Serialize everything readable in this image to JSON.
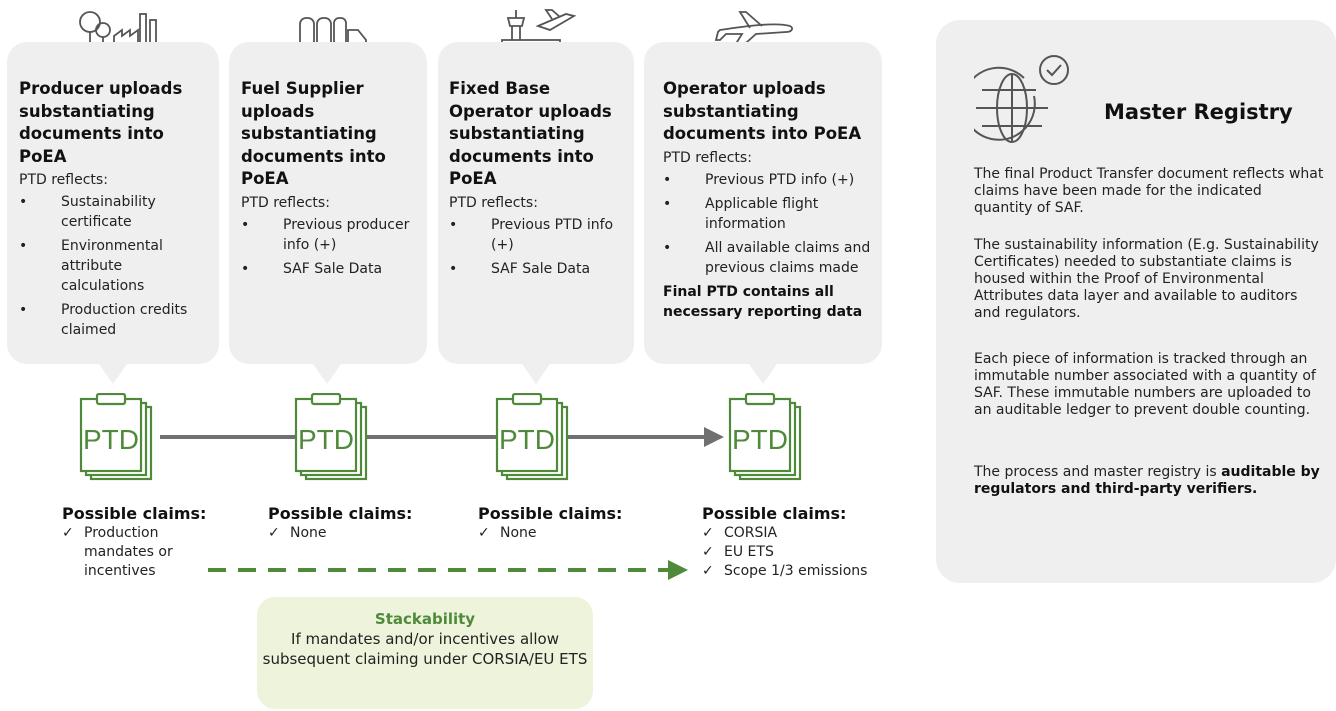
{
  "columns": [
    {
      "title": "Producer uploads substantiating documents into PoEA",
      "reflects": "PTD reflects:",
      "items": [
        "Sustainability certificate",
        "Environmental attribute calculations",
        "Production credits claimed"
      ],
      "final": "",
      "claims_heading": "Possible claims:",
      "claims": [
        "Production mandates or incentives"
      ]
    },
    {
      "title": "Fuel Supplier uploads substantiating documents into PoEA",
      "reflects": "PTD reflects:",
      "items": [
        "Previous producer info (+)",
        "SAF Sale Data"
      ],
      "final": "",
      "claims_heading": "Possible claims:",
      "claims": [
        "None"
      ]
    },
    {
      "title": "Fixed Base Operator uploads substantiating documents into PoEA",
      "reflects": "PTD reflects:",
      "items": [
        "Previous PTD info (+)",
        "SAF Sale Data"
      ],
      "final": "",
      "claims_heading": "Possible claims:",
      "claims": [
        "None"
      ]
    },
    {
      "title": "Operator uploads substantiating documents into PoEA",
      "reflects": "PTD reflects:",
      "items": [
        "Previous PTD info (+)",
        "Applicable flight information",
        "All available claims and previous claims made"
      ],
      "final": "Final PTD contains all necessary reporting data",
      "claims_heading": "Possible claims:",
      "claims": [
        "CORSIA",
        "EU ETS",
        "Scope 1/3 emissions"
      ]
    }
  ],
  "ptd_label": "PTD",
  "check_glyph": "✓",
  "stackability": {
    "title": "Stackability",
    "body": "If mandates and/or incentives allow subsequent claiming under CORSIA/EU ETS"
  },
  "master": {
    "title": "Master Registry",
    "p1": "The final Product Transfer document reflects what claims have been made for the indicated quantity of SAF.",
    "p2": "The sustainability information (E.g. Sustainability Certificates) needed to substantiate claims is housed within the Proof of Environmental Attributes data layer and available to auditors and regulators.",
    "p3": "Each piece of information is tracked through an immutable number associated with a quantity of SAF. These immutable numbers are uploaded to an auditable ledger to prevent double counting.",
    "p4_prefix": "The process and master registry is ",
    "p4_bold": "auditable by regulators and third-party verifiers."
  },
  "colors": {
    "accent_green": "#4f8a3a",
    "card_gray": "#efefef",
    "flow_gray": "#707070",
    "stack_bg": "#eef3dc"
  },
  "icons": [
    "factory-icon",
    "fuel-truck-icon",
    "airport-icon",
    "airplane-icon",
    "globe-check-icon",
    "ptd-document-icon",
    "check-icon"
  ]
}
